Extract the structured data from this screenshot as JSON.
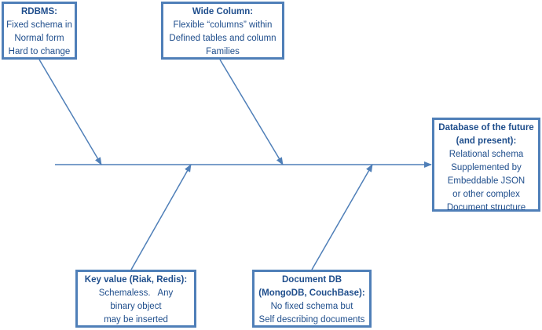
{
  "boxes": {
    "rdbms": {
      "title": "RDBMS:",
      "lines": [
        "Fixed schema in",
        "Normal  form",
        "Hard to change"
      ]
    },
    "wide_column": {
      "title": "Wide Column:",
      "lines": [
        "Flexible “columns” within",
        "Defined tables and column",
        "Families"
      ]
    },
    "future": {
      "title_lines": [
        "Database of the future",
        "(and present):"
      ],
      "lines": [
        "Relational schema",
        "Supplemented by",
        "Embeddable JSON",
        "or other complex",
        "Document structure"
      ]
    },
    "key_value": {
      "title": "Key value (Riak, Redis):",
      "lines": [
        "Schemaless.   Any",
        "binary object",
        "may be inserted"
      ]
    },
    "document_db": {
      "title_lines": [
        "Document DB",
        "(MongoDB, CouchBase):"
      ],
      "lines": [
        "No fixed schema but",
        "Self describing documents"
      ]
    }
  },
  "colors": {
    "line": "#4f7fb8",
    "text": "#1f4e8c"
  }
}
